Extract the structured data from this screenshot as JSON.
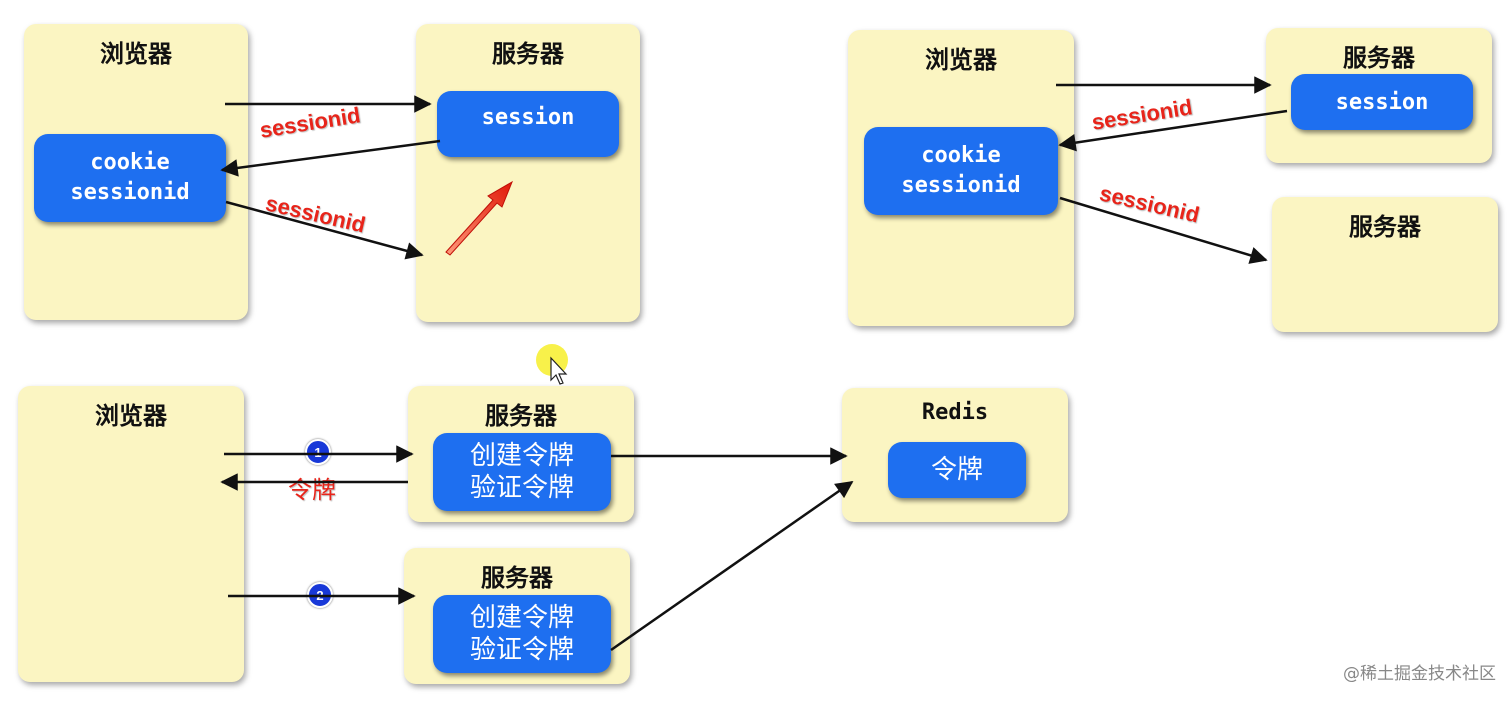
{
  "top_left": {
    "browser_title": "浏览器",
    "server_title": "服务器",
    "cookie_line1": "cookie",
    "cookie_line2": "sessionid",
    "session_label": "session",
    "arrow_label_1": "sessionid",
    "arrow_label_2": "sessionid"
  },
  "top_right": {
    "browser_title": "浏览器",
    "server_title_1": "服务器",
    "server_title_2": "服务器",
    "cookie_line1": "cookie",
    "cookie_line2": "sessionid",
    "session_label": "session",
    "arrow_label_1": "sessionid",
    "arrow_label_2": "sessionid"
  },
  "bottom": {
    "browser_title": "浏览器",
    "server_title_1": "服务器",
    "server_title_2": "服务器",
    "token_create": "创建令牌",
    "token_verify": "验证令牌",
    "redis_title": "Redis",
    "redis_token": "令牌",
    "return_label": "令牌",
    "step1": "1",
    "step2": "2"
  },
  "watermark": "@稀土掘金技术社区",
  "colors": {
    "box": "#fbf5c2",
    "pill": "#1e6ff0",
    "label_red": "#e8241a",
    "step_blue": "#1838d8"
  }
}
